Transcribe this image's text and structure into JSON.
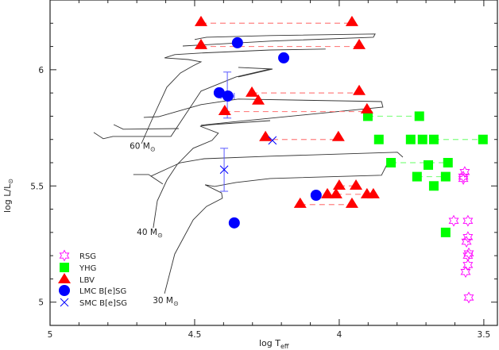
{
  "chart_data": {
    "type": "scatter",
    "title": "",
    "xlabel_main": "log T",
    "xlabel_sub": "eff",
    "ylabel_main": "log L/L",
    "ylabel_sub": "⊙",
    "xlim": [
      5,
      3.453
    ],
    "ylim": [
      4.9,
      6.3
    ],
    "x_reversed": true,
    "grid": false,
    "legend_placement": "bottom-left",
    "xticks_major": [
      5,
      4.5,
      4,
      3.5
    ],
    "xtick_labels": [
      "5",
      "4.5",
      "4",
      "3.5"
    ],
    "yticks_major": [
      5,
      5.5,
      6
    ],
    "ytick_labels": [
      "5",
      "5.5",
      "6"
    ],
    "minor_tick_step": 0.1,
    "colors": {
      "RSG": "#ff00ff",
      "YHG": "#00ff00",
      "LBV": "#ff0000",
      "LMC": "#0000ff",
      "SMC": "#0000ff",
      "errorbar": "#5a5aff",
      "lbv_dash": "#ff8080",
      "yhg_dash": "#80ff80",
      "track": "#333333"
    },
    "legend": [
      {
        "label": "RSG",
        "marker": "star-outline",
        "series": "RSG"
      },
      {
        "label": "YHG",
        "marker": "square",
        "series": "YHG"
      },
      {
        "label": "LBV",
        "marker": "triangle",
        "series": "LBV"
      },
      {
        "label": "LMC  B[e]SG",
        "marker": "circle",
        "series": "LMC"
      },
      {
        "label": "SMC  B[e]SG",
        "marker": "cross",
        "series": "SMC"
      }
    ],
    "series": [
      {
        "name": "RSG",
        "marker": "star-outline",
        "points": [
          [
            3.566,
            5.56
          ],
          [
            3.571,
            5.54
          ],
          [
            3.571,
            5.53
          ],
          [
            3.604,
            5.35
          ],
          [
            3.555,
            5.35
          ],
          [
            3.555,
            5.28
          ],
          [
            3.56,
            5.26
          ],
          [
            3.552,
            5.21
          ],
          [
            3.555,
            5.2
          ],
          [
            3.555,
            5.16
          ],
          [
            3.563,
            5.13
          ],
          [
            3.552,
            5.02
          ]
        ]
      },
      {
        "name": "YHG",
        "marker": "square",
        "points": [
          [
            3.901,
            5.8
          ],
          [
            3.723,
            5.8
          ],
          [
            3.863,
            5.7
          ],
          [
            3.753,
            5.7
          ],
          [
            3.712,
            5.7
          ],
          [
            3.673,
            5.7
          ],
          [
            3.503,
            5.7
          ],
          [
            3.821,
            5.6
          ],
          [
            3.692,
            5.59
          ],
          [
            3.624,
            5.6
          ],
          [
            3.731,
            5.54
          ],
          [
            3.632,
            5.54
          ],
          [
            3.673,
            5.5
          ],
          [
            3.632,
            5.3
          ]
        ]
      },
      {
        "name": "LBV",
        "marker": "triangle",
        "points": [
          [
            4.478,
            6.205
          ],
          [
            3.956,
            6.205
          ],
          [
            4.478,
            6.106
          ],
          [
            3.931,
            6.106
          ],
          [
            4.302,
            5.901
          ],
          [
            3.931,
            5.908
          ],
          [
            4.28,
            5.867
          ],
          [
            4.396,
            5.822
          ],
          [
            3.904,
            5.829
          ],
          [
            4.255,
            5.71
          ],
          [
            4.003,
            5.71
          ],
          [
            4.0,
            5.501
          ],
          [
            3.942,
            5.501
          ],
          [
            4.041,
            5.464
          ],
          [
            4.011,
            5.464
          ],
          [
            3.904,
            5.464
          ],
          [
            3.882,
            5.464
          ],
          [
            4.135,
            5.423
          ],
          [
            3.956,
            5.423
          ]
        ]
      },
      {
        "name": "LMC",
        "marker": "circle",
        "points": [
          [
            4.352,
            6.116
          ],
          [
            4.192,
            6.051
          ],
          [
            4.415,
            5.901
          ],
          [
            4.385,
            5.887
          ],
          [
            4.08,
            5.46
          ],
          [
            4.363,
            5.341
          ]
        ]
      },
      {
        "name": "SMC",
        "marker": "cross",
        "points": [
          [
            4.398,
            5.57
          ],
          [
            4.231,
            5.696
          ]
        ]
      }
    ],
    "error_bars": [
      {
        "x": 4.387,
        "y": 5.887,
        "ylow": 5.792,
        "yhigh": 5.99,
        "xlow": 4.409,
        "xhigh": 4.363
      },
      {
        "x": 4.398,
        "y": 5.57,
        "ylow": 5.477,
        "yhigh": 5.662
      }
    ],
    "dashed_links": [
      {
        "series": "LBV",
        "from": [
          4.478,
          6.2
        ],
        "to": [
          3.956,
          6.2
        ]
      },
      {
        "series": "LBV",
        "from": [
          4.478,
          6.1
        ],
        "to": [
          3.931,
          6.1
        ]
      },
      {
        "series": "LBV",
        "from": [
          4.302,
          5.9
        ],
        "to": [
          3.931,
          5.9
        ]
      },
      {
        "series": "LBV",
        "from": [
          4.396,
          5.82
        ],
        "to": [
          3.904,
          5.82
        ]
      },
      {
        "series": "LBV",
        "from": [
          4.231,
          5.7
        ],
        "to": [
          4.003,
          5.7
        ]
      },
      {
        "series": "LBV",
        "from": [
          4.0,
          5.5
        ],
        "to": [
          3.942,
          5.5
        ]
      },
      {
        "series": "LBV",
        "from": [
          4.011,
          5.464
        ],
        "to": [
          3.904,
          5.464
        ]
      },
      {
        "series": "LBV",
        "from": [
          4.135,
          5.42
        ],
        "to": [
          3.956,
          5.42
        ]
      },
      {
        "series": "YHG",
        "from": [
          3.901,
          5.8
        ],
        "to": [
          3.723,
          5.8
        ]
      },
      {
        "series": "YHG",
        "from": [
          3.673,
          5.7
        ],
        "to": [
          3.503,
          5.7
        ]
      },
      {
        "series": "YHG",
        "from": [
          3.821,
          5.6
        ],
        "to": [
          3.624,
          5.6
        ]
      },
      {
        "series": "YHG",
        "from": [
          3.731,
          5.54
        ],
        "to": [
          3.632,
          5.54
        ]
      }
    ],
    "tracks": [
      [
        [
          4.684,
          5.682
        ],
        [
          4.643,
          5.798
        ],
        [
          4.596,
          5.925
        ],
        [
          4.549,
          5.986
        ],
        [
          4.505,
          6.017
        ],
        [
          4.478,
          6.034
        ],
        [
          4.522,
          6.044
        ],
        [
          4.604,
          6.051
        ],
        [
          4.569,
          6.065
        ],
        [
          4.478,
          6.072
        ],
        [
          4.239,
          6.085
        ],
        [
          4.047,
          6.089
        ]
      ],
      [
        [
          4.5,
          6.13
        ],
        [
          4.459,
          6.14
        ],
        [
          4.239,
          6.147
        ],
        [
          3.876,
          6.154
        ],
        [
          3.882,
          6.14
        ],
        [
          4.239,
          6.123
        ],
        [
          4.541,
          6.102
        ]
      ],
      [
        [
          4.349,
          5.969
        ],
        [
          4.231,
          6.003
        ],
        [
          4.349,
          6.01
        ]
      ],
      [
        [
          4.849,
          5.73
        ],
        [
          4.816,
          5.703
        ],
        [
          4.783,
          5.713
        ],
        [
          4.582,
          5.713
        ],
        [
          4.478,
          5.908
        ],
        [
          4.357,
          5.969
        ],
        [
          4.239,
          6.003
        ]
      ],
      [
        [
          4.676,
          5.795
        ],
        [
          4.624,
          5.798
        ],
        [
          4.478,
          5.85
        ],
        [
          4.349,
          5.874
        ],
        [
          3.854,
          5.863
        ],
        [
          3.849,
          5.839
        ],
        [
          4.349,
          5.778
        ],
        [
          4.478,
          5.761
        ]
      ],
      [
        [
          4.78,
          5.764
        ],
        [
          4.747,
          5.744
        ],
        [
          4.555,
          5.747
        ]
      ],
      [
        [
          4.643,
          5.32
        ],
        [
          4.629,
          5.436
        ],
        [
          4.596,
          5.525
        ],
        [
          4.56,
          5.593
        ],
        [
          4.505,
          5.662
        ],
        [
          4.44,
          5.696
        ],
        [
          4.418,
          5.727
        ],
        [
          4.481,
          5.757
        ],
        [
          4.44,
          5.764
        ],
        [
          4.239,
          5.781
        ]
      ],
      [
        [
          4.712,
          5.549
        ],
        [
          4.659,
          5.549
        ],
        [
          4.61,
          5.508
        ],
        [
          4.651,
          5.542
        ],
        [
          4.549,
          5.6
        ],
        [
          4.467,
          5.617
        ],
        [
          4.239,
          5.628
        ],
        [
          3.799,
          5.645
        ],
        [
          3.78,
          5.624
        ]
      ],
      [
        [
          4.604,
          5.037
        ],
        [
          4.569,
          5.207
        ],
        [
          4.505,
          5.354
        ],
        [
          4.459,
          5.412
        ],
        [
          4.404,
          5.447
        ],
        [
          4.407,
          5.47
        ],
        [
          4.464,
          5.505
        ],
        [
          4.431,
          5.498
        ],
        [
          4.357,
          5.515
        ],
        [
          4.239,
          5.532
        ],
        [
          3.854,
          5.546
        ],
        [
          3.832,
          5.6
        ]
      ]
    ],
    "annotations": [
      {
        "text": "60 M",
        "sub": "⊙",
        "at": [
          4.725,
          5.66
        ]
      },
      {
        "text": "40 M",
        "sub": "⊙",
        "at": [
          4.7,
          5.29
        ]
      },
      {
        "text": "30 M",
        "sub": "⊙",
        "at": [
          4.645,
          4.995
        ]
      }
    ]
  }
}
